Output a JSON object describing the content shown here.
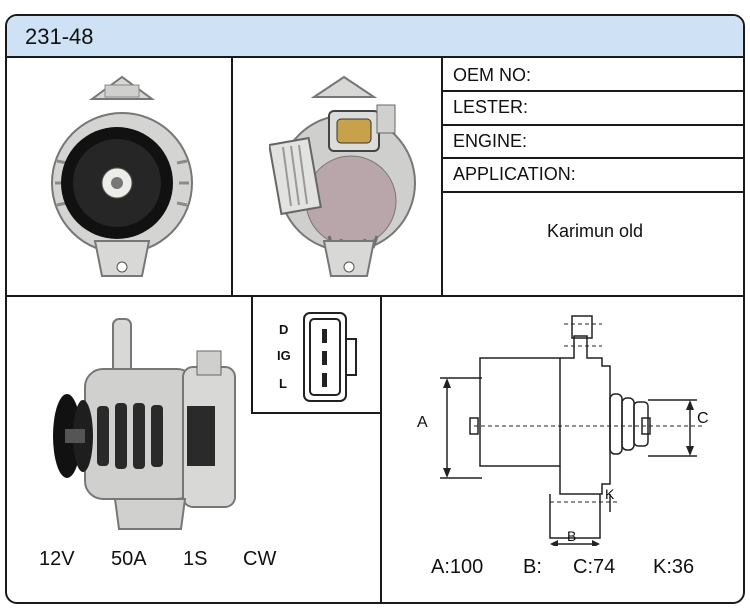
{
  "header": {
    "part_number": "231-48"
  },
  "specs": {
    "oem_label": "OEM NO:",
    "lester_label": "LESTER:",
    "engine_label": "ENGINE:",
    "application_label": "APPLICATION:",
    "application_value": "Karimun old"
  },
  "connector": {
    "pins": [
      "D",
      "IG",
      "L"
    ]
  },
  "ratings": {
    "voltage": "12V",
    "amperage": "50A",
    "pulley": "1S",
    "rotation": "CW"
  },
  "dimensions": {
    "label_a": "A",
    "label_b": "B",
    "label_c": "C",
    "label_k": "K",
    "a": "A:100",
    "b": "B:",
    "c": "C:74",
    "k": "K:36"
  }
}
